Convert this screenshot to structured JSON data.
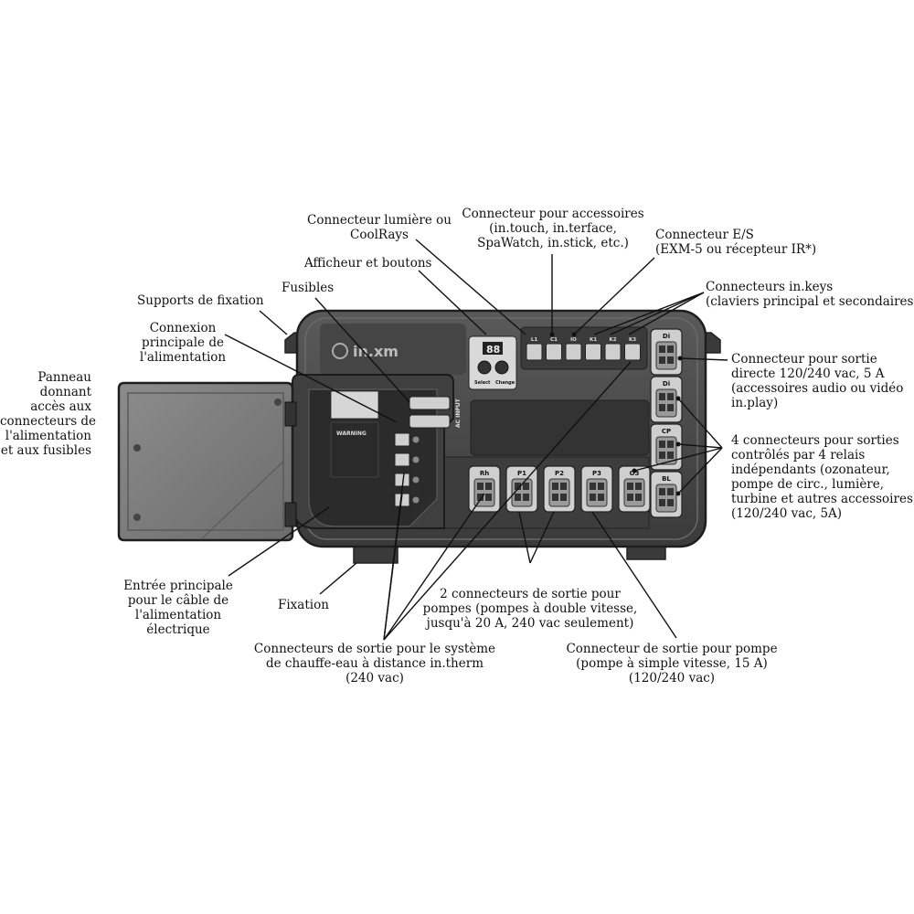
{
  "device": {
    "logo_text": "in.xm",
    "display_value": "88",
    "button_left_label": "Select",
    "button_right_label": "Change",
    "ac_input_label": "AC INPUT",
    "warning_label": "WARNING",
    "top_connector_labels": [
      "L1",
      "C1",
      "IO",
      "K1",
      "K2",
      "K3"
    ],
    "pump_connector_labels": [
      "Rh",
      "P1",
      "P2",
      "P3",
      "O3"
    ],
    "right_connector_labels": [
      "Di",
      "Di",
      "CP",
      "BL"
    ],
    "colors": {
      "housing": "#4a4a4a",
      "housing_dark": "#2b2b2b",
      "door": "#7d7d7d",
      "connector": "#cfcfcf",
      "line": "#111111"
    }
  },
  "labels": {
    "light": [
      "Connecteur lumière ou",
      "CoolRays"
    ],
    "accessories": [
      "Connecteur pour accessoires",
      "(in.touch, in.terface,",
      "SpaWatch, in.stick, etc.)"
    ],
    "io": [
      "Connecteur E/S",
      "(EXM-5 ou récepteur IR*)"
    ],
    "display": [
      "Afficheur et boutons"
    ],
    "inkeys": [
      "Connecteurs in.keys",
      "(claviers principal et secondaires)"
    ],
    "supports": [
      "Supports de fixation"
    ],
    "fuses": [
      "Fusibles"
    ],
    "main_power": [
      "Connexion",
      "principale de",
      "l'alimentation"
    ],
    "panel": [
      "Panneau",
      "donnant",
      "accès aux",
      "connecteurs de",
      "l'alimentation",
      "et aux fusibles"
    ],
    "direct_out": [
      "Connecteur pour sortie",
      "directe 120/240 vac, 5 A",
      "(accessoires audio ou vidéo",
      "in.play)"
    ],
    "relays": [
      "4 connecteurs pour sorties",
      "contrôlés par 4 relais",
      "indépendants (ozonateur,",
      "pompe de circ., lumière,",
      "turbine et autres accessoires)",
      "(120/240 vac, 5A)"
    ],
    "cable_entry": [
      "Entrée principale",
      "pour le câble de",
      "l'alimentation",
      "électrique"
    ],
    "fixation": [
      "Fixation"
    ],
    "two_pumps": [
      "2 connecteurs de sortie pour",
      "pompes (pompes à double vitesse,",
      "jusqu'à 20 A, 240 vac seulement)"
    ],
    "heater": [
      "Connecteurs de sortie pour le système",
      "de chauffe-eau à distance in.therm",
      "(240 vac)"
    ],
    "single_pump": [
      "Connecteur de sortie pour pompe",
      "(pompe à simple vitesse, 15 A)",
      "(120/240 vac)"
    ]
  }
}
